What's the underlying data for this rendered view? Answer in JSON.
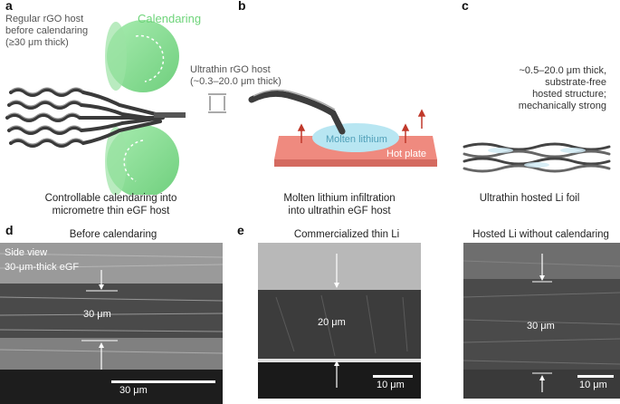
{
  "panel_labels": {
    "a": "a",
    "b": "b",
    "c": "c",
    "d": "d",
    "e": "e"
  },
  "panel_a": {
    "regular_host_note": [
      "Regular rGO host",
      "before calendaring",
      "(≥30 μm thick)"
    ],
    "calendaring_label": "Calendaring",
    "ultrathin_note": [
      "Ultrathin rGO host",
      "(~0.3–20.0 μm thick)"
    ],
    "caption": [
      "Controllable calendaring into",
      "micrometre thin eGF host"
    ]
  },
  "panel_b": {
    "molten_lithium": "Molten lithium",
    "hot_plate": "Hot plate",
    "caption": [
      "Molten lithium infiltration",
      "into ultrathin eGF host"
    ]
  },
  "panel_c": {
    "description": [
      "~0.5–20.0 μm thick,",
      "substrate-free",
      "hosted structure;",
      "mechanically strong"
    ],
    "caption": "Ultrathin hosted Li foil"
  },
  "panel_d": {
    "title": "Before calendaring",
    "side_view": "Side view",
    "thickness_label": "30-μm-thick eGF",
    "measure": "30 μm",
    "scale": "30 μm"
  },
  "panel_e": {
    "left_title": "Commercialized thin Li",
    "left_measure": "20 μm",
    "left_scale": "10 μm",
    "right_title": "Hosted Li without calendaring",
    "right_measure": "30 μm",
    "right_scale": "10 μm"
  },
  "colors": {
    "roller_green": "#7fd98a",
    "calendaring_text": "#6ed47a",
    "hot_plate": "#ef8a7f",
    "molten_li": "#b8e6f2",
    "note_gray": "#555555"
  }
}
